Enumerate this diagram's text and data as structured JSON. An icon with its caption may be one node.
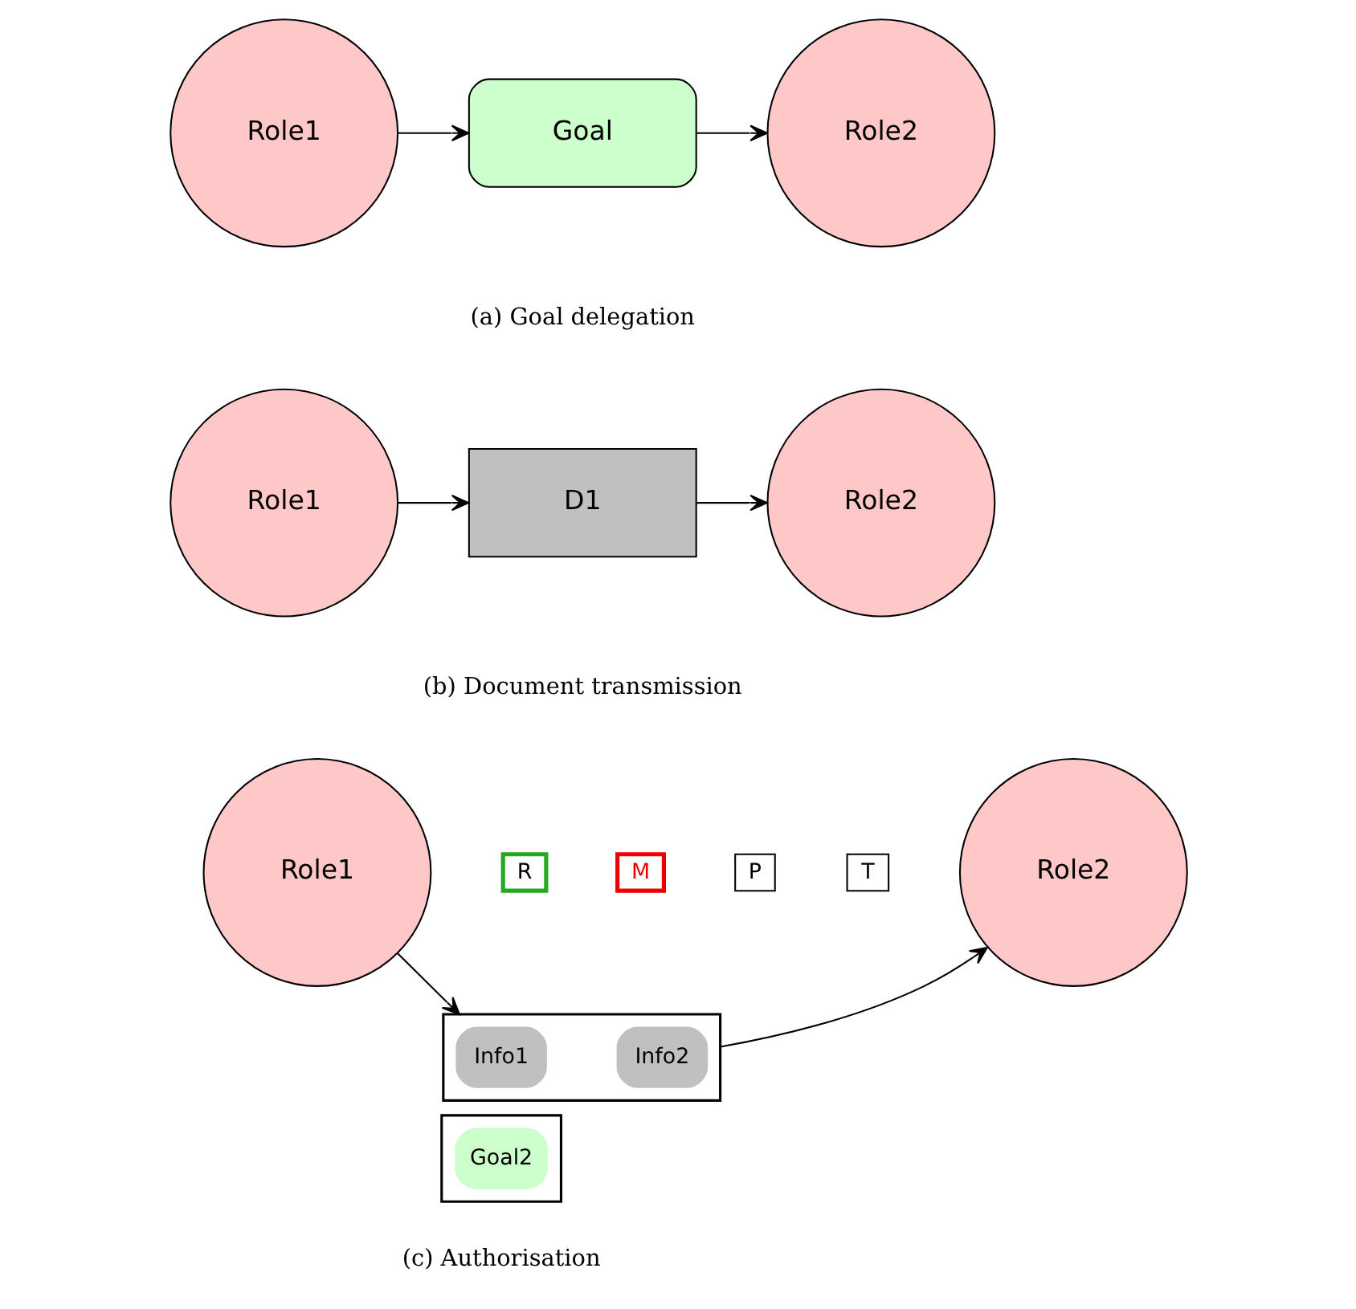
{
  "diagram": {
    "nodes": [
      {
        "text": [
          "Role1"
        ]
      },
      {
        "text": [
          "Goal"
        ]
      },
      {
        "text": [
          "Role2"
        ]
      },
      {
        "text": [
          "Role1"
        ]
      },
      {
        "text": [
          "D1"
        ]
      },
      {
        "text": [
          "Role2"
        ]
      },
      {
        "text": [
          "Role1"
        ]
      },
      {
        "text": [
          "R"
        ]
      },
      {
        "text": [
          "M"
        ]
      },
      {
        "text": [
          "P"
        ]
      },
      {
        "text": [
          "T"
        ]
      },
      {
        "text": [],
        "shape": "box"
      },
      {
        "text": [
          "Info1"
        ],
        "in": 11
      },
      {
        "text": [
          "Info2"
        ],
        "in": 11
      },
      {
        "text": [],
        "shape": "box"
      },
      {
        "text": [
          "Goal2"
        ],
        "in": 14
      },
      {
        "text": [
          "Role2"
        ]
      }
    ],
    "edges": [
      {
        "from": 0,
        "to": 1,
        "arrow": "to"
      },
      {
        "from": 1,
        "to": 2,
        "arrow": "to"
      },
      {
        "from": 3,
        "to": 4,
        "arrow": "to"
      },
      {
        "from": 4,
        "to": 5,
        "arrow": "to"
      },
      {
        "from": 6,
        "to": 11,
        "arrow": "to"
      },
      {
        "from": 11,
        "to": 16,
        "arrow": "to"
      }
    ],
    "labels": [
      "(a) Goal delegation",
      "(b) Document transmission",
      "(c) Authorisation"
    ]
  }
}
